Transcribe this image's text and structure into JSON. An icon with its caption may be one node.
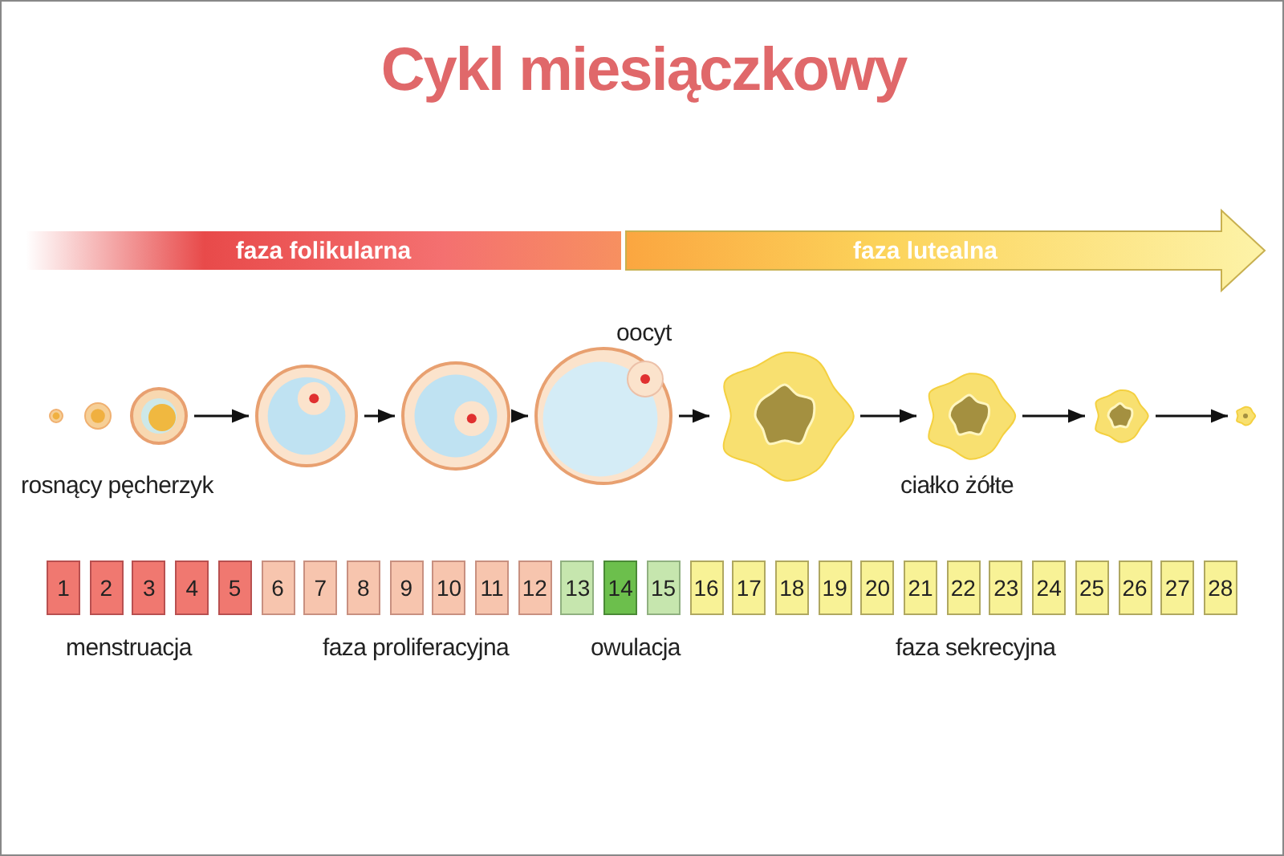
{
  "diagram": {
    "title": "Cykl miesiączkowy",
    "nodes": [
      {
        "text": [
          "faza folikularna"
        ]
      },
      {
        "text": [
          "faza lutealna"
        ]
      },
      {
        "text": [],
        "shape": "picture"
      },
      {
        "text": [],
        "shape": "picture"
      },
      {
        "text": [],
        "shape": "picture"
      },
      {
        "text": [],
        "shape": "picture"
      },
      {
        "text": [],
        "shape": "picture"
      },
      {
        "text": [],
        "shape": "picture"
      },
      {
        "text": [],
        "shape": "picture"
      },
      {
        "text": [],
        "shape": "picture"
      },
      {
        "text": [],
        "shape": "picture"
      },
      {
        "text": [],
        "shape": "picture"
      },
      {
        "text": [
          "1"
        ]
      },
      {
        "text": [
          "2"
        ]
      },
      {
        "text": [
          "3"
        ]
      },
      {
        "text": [
          "4"
        ]
      },
      {
        "text": [
          "5"
        ]
      },
      {
        "text": [
          "6"
        ]
      },
      {
        "text": [
          "7"
        ]
      },
      {
        "text": [
          "8"
        ]
      },
      {
        "text": [
          "9"
        ]
      },
      {
        "text": [
          "10"
        ]
      },
      {
        "text": [
          "11"
        ]
      },
      {
        "text": [
          "12"
        ]
      },
      {
        "text": [
          "13"
        ]
      },
      {
        "text": [
          "14"
        ]
      },
      {
        "text": [
          "15"
        ]
      },
      {
        "text": [
          "16"
        ]
      },
      {
        "text": [
          "17"
        ]
      },
      {
        "text": [
          "18"
        ]
      },
      {
        "text": [
          "19"
        ]
      },
      {
        "text": [
          "20"
        ]
      },
      {
        "text": [
          "21"
        ]
      },
      {
        "text": [
          "22"
        ]
      },
      {
        "text": [
          "23"
        ]
      },
      {
        "text": [
          "24"
        ]
      },
      {
        "text": [
          "25"
        ]
      },
      {
        "text": [
          "26"
        ]
      },
      {
        "text": [
          "27"
        ]
      },
      {
        "text": [
          "28"
        ]
      }
    ],
    "edges": [
      {
        "from": 4,
        "to": 5,
        "arrow": "to"
      },
      {
        "from": 5,
        "to": 6,
        "arrow": "to"
      },
      {
        "from": 6,
        "to": 7,
        "arrow": "to"
      },
      {
        "from": 7,
        "to": 8,
        "arrow": "to"
      },
      {
        "from": 8,
        "to": 9,
        "arrow": "to"
      },
      {
        "from": 9,
        "to": 10,
        "arrow": "to"
      },
      {
        "from": 10,
        "to": 11,
        "arrow": "to"
      }
    ],
    "labels": [
      "oocyt",
      "rosnący pęcherzyk",
      "ciałko żółte",
      "menstruacja",
      "faza proliferacyjna",
      "owulacja",
      "faza sekrecyjna"
    ]
  }
}
